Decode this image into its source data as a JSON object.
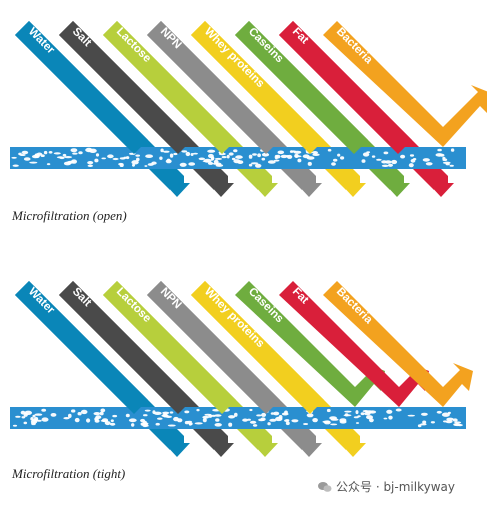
{
  "panels": [
    {
      "id": "open",
      "caption": "Microfiltration (open)",
      "passes_count": 7,
      "retained_count": 1
    },
    {
      "id": "tight",
      "caption": "Microfiltration (tight)",
      "passes_count": 5,
      "retained_count": 3
    }
  ],
  "components": [
    {
      "label": "Water",
      "color": "#0a86b8"
    },
    {
      "label": "Salt",
      "color": "#4a4a4a"
    },
    {
      "label": "Lactose",
      "color": "#b7cf3c"
    },
    {
      "label": "NPN",
      "color": "#8c8c8c"
    },
    {
      "label": "Whey proteins",
      "color": "#f2cf1f"
    },
    {
      "label": "Caseins",
      "color": "#6fad3f"
    },
    {
      "label": "Fat",
      "color": "#d91f3a"
    },
    {
      "label": "Bacteria",
      "color": "#f3a21f"
    }
  ],
  "membrane": {
    "color": "#2a8fd0",
    "pore_color": "#ffffff"
  },
  "watermark": {
    "text": "公众号 · bj-milkyway",
    "icon": "wechat-icon"
  }
}
